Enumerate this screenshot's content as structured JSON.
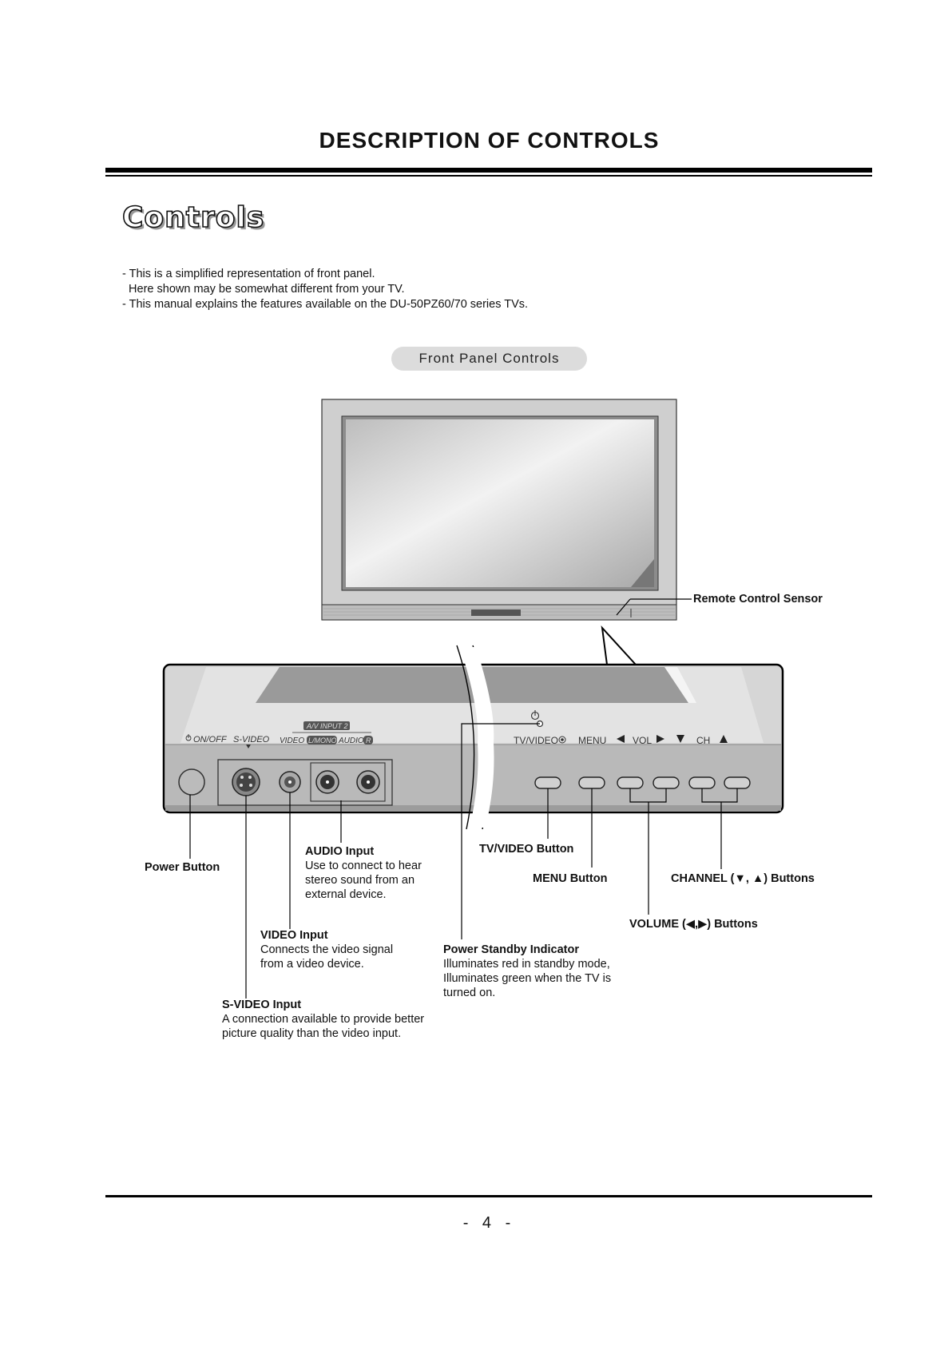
{
  "page_title": "DESCRIPTION OF CONTROLS",
  "section_heading": "Controls",
  "notes": [
    "- This is a simplified representation of front panel.",
    "  Here shown may be somewhat different from your TV.",
    "- This manual explains the features available on the DU-50PZ60/70 series TVs."
  ],
  "figure_caption": "Front Panel Controls",
  "panel_text": {
    "on_off": "ON/OFF",
    "s_video": "S-VIDEO",
    "av_input": "A/V INPUT 2",
    "video": "VIDEO",
    "l_mono": "L/MONO",
    "audio": "AUDIO",
    "r": "R",
    "tv_video": "TV/VIDEO",
    "menu": "MENU",
    "vol": "VOL",
    "ch": "CH"
  },
  "labels": {
    "remote_sensor": {
      "title": "Remote Control Sensor"
    },
    "power_button": {
      "title": "Power Button"
    },
    "audio_input": {
      "title": "AUDIO Input",
      "line1": "Use to connect to hear",
      "line2": "stereo sound from an",
      "line3": "external device."
    },
    "video_input": {
      "title": "VIDEO Input",
      "line1": "Connects the video signal",
      "line2": "from a video device."
    },
    "svideo_input": {
      "title": "S-VIDEO Input",
      "line1": "A connection available to provide better",
      "line2": "picture quality than the video input."
    },
    "tv_video_button": {
      "title": "TV/VIDEO Button"
    },
    "menu_button": {
      "title": "MENU Button"
    },
    "channel_buttons": {
      "title": "CHANNEL (▼, ▲) Buttons"
    },
    "volume_buttons": {
      "title": "VOLUME (◀,▶) Buttons"
    },
    "standby_indicator": {
      "title": "Power Standby Indicator",
      "line1": "Illuminates red in standby mode,",
      "line2": "Illuminates green when the TV is",
      "line3": "turned on."
    }
  },
  "page_number": "- 4 -"
}
